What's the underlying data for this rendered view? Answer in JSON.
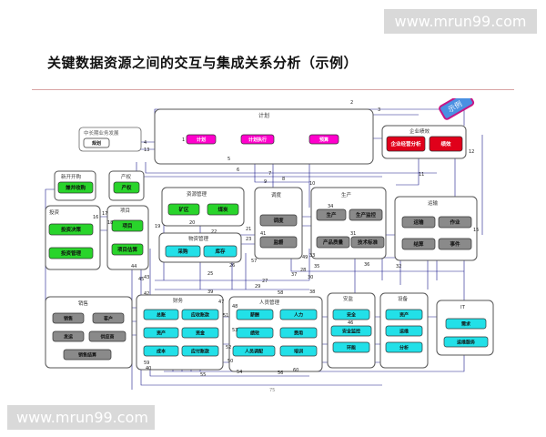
{
  "watermark": {
    "top": "www.mrun99.com",
    "bottom": "www.mrun99.com"
  },
  "title": "关键数据资源之间的交互与集成关系分析（示例）",
  "page_number": "75",
  "stamp": "示例",
  "diagram": {
    "groups": {
      "plan": "计划",
      "midlong": "中长期业务发展",
      "enterprise_perf": "企业绩效",
      "newbuild": "新开开购",
      "property": "产权",
      "invest": "投资",
      "project": "项目",
      "resource": "资源管理",
      "dispatch": "调度",
      "production": "生产",
      "transport": "运输",
      "material": "物资管理",
      "sales": "销售",
      "finance": "财务",
      "hr": "人员管理",
      "safety": "安监",
      "equipment": "设备",
      "it": "IT"
    },
    "nodes": {
      "guihua": "规划",
      "jihua1": "计划",
      "jihua_exec": "计划执行",
      "yusuan": "预算",
      "perf_a": "企业经营分析",
      "perf_b": "绩效",
      "bingou": "兼并收购",
      "chanquan": "产权",
      "touzi_decision": "投资决策",
      "touzi_mgmt": "投资管理",
      "xiangmu": "项目",
      "xiangmu_est": "项目估算",
      "kuangqu": "矿区",
      "meitan": "煤炭",
      "diaodu": "调度",
      "jiankong": "监督",
      "shengchan": "生产",
      "shengchan_monitor": "生产监控",
      "chanpin_quality": "产品质量",
      "tech_std": "技术标准",
      "yunshu": "运输",
      "zuoye": "作业",
      "jiesuan": "结算",
      "shijian": "事件",
      "caigou": "采购",
      "kucun": "库存",
      "xiaoshou": "销售",
      "kehu": "客户",
      "fayun": "发运",
      "gongyingshang": "供应商",
      "xiaoshou_jiesuan": "销售结算",
      "zongzhang": "总账",
      "yingshou": "应收账款",
      "zichan": "资产",
      "zijin": "资金",
      "chengben": "成本",
      "yingfu": "应付账款",
      "xinchou": "薪酬",
      "renli": "人力",
      "jixiao": "绩效",
      "feiyong": "费用",
      "renyuan_diaopei": "人员调配",
      "peixun": "培训",
      "anquan": "安全",
      "anquan_jiankong": "安全监控",
      "xiaoneng": "环能",
      "shebei_zichan": "资产",
      "yunwei": "运维",
      "fenxi": "分析",
      "xuqiu": "需求",
      "yunwei_fuwu": "运维服务"
    },
    "link_numbers": [
      "1",
      "2",
      "3",
      "4",
      "5",
      "6",
      "7",
      "8",
      "9",
      "10",
      "11",
      "12",
      "13",
      "15",
      "16",
      "17",
      "18",
      "19",
      "20",
      "21",
      "22",
      "23",
      "24",
      "25",
      "26",
      "27",
      "28",
      "29",
      "30",
      "31",
      "32",
      "33",
      "34",
      "35",
      "36",
      "37",
      "38",
      "39",
      "40",
      "41",
      "42",
      "43",
      "44",
      "45",
      "46",
      "47",
      "48",
      "49",
      "50",
      "51",
      "52",
      "53",
      "54",
      "55",
      "56",
      "57",
      "58",
      "59",
      "60"
    ]
  }
}
